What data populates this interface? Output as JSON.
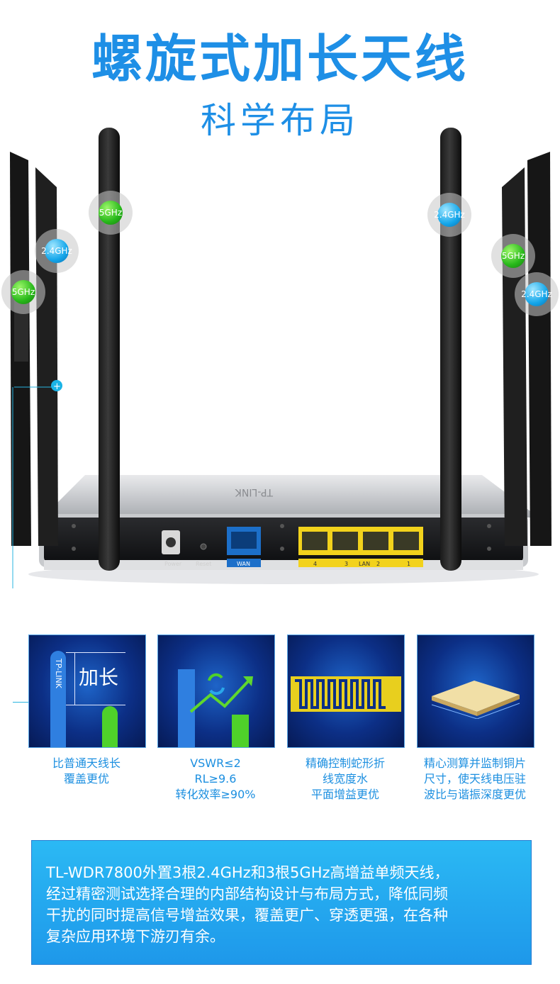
{
  "header": {
    "title": "螺旋式加长天线",
    "subtitle": "科学布局"
  },
  "router": {
    "brand": "TP-LINK",
    "ports": {
      "power": "Power",
      "reset": "Reset",
      "wan": "WAN",
      "lan": "LAN",
      "lan_numbers": [
        "4",
        "3",
        "2",
        "1"
      ]
    },
    "bands": {
      "left_top": "2.4GHz",
      "left_bottom": "5GHz",
      "center_left": "5GHz",
      "center_right": "2.4GHz",
      "right_top": "5GHz",
      "right_bottom": "2.4GHz"
    }
  },
  "features": [
    {
      "panel_label": "加长",
      "antenna_brand": "TP-LINK",
      "caption_lines": [
        "比普通天线长",
        "覆盖更优"
      ]
    },
    {
      "caption_lines": [
        "VSWR≤2",
        "RL≥9.6",
        "转化效率≥90%"
      ]
    },
    {
      "caption_lines": [
        "精确控制蛇形折",
        "线宽度水",
        "平面增益更优"
      ]
    },
    {
      "caption_lines": [
        "精心测算并监制铜片",
        "尺寸，使天线电压驻",
        "波比与谐振深度更优"
      ]
    }
  ],
  "description": {
    "lines": [
      "TL-WDR7800外置3根2.4GHz和3根5GHz高增益单频天线，",
      "经过精密测试选择合理的内部结构设计与布局方式，降低同频",
      "干扰的同时提高信号增益效果，覆盖更广、穿透更强，在各种",
      "复杂应用环境下游刃有余。"
    ]
  },
  "colors": {
    "accent": "#1e8fe6",
    "band_5ghz": "#27b81a",
    "band_24ghz": "#14a6ea",
    "panel_bg": "#0c2f86",
    "lan_yellow": "#f2d21c",
    "wan_blue": "#1c6fc9"
  }
}
